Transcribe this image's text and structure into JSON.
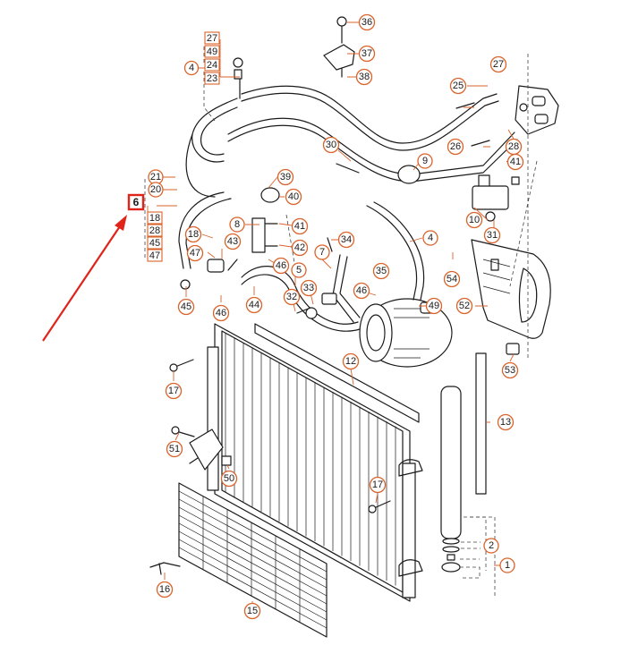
{
  "accent_color": "#d9632b",
  "highlight_color": "#e0241b",
  "highlighted_callout": "6",
  "callouts": [
    {
      "id": "c36",
      "label": "36"
    },
    {
      "id": "c37",
      "label": "37"
    },
    {
      "id": "c38",
      "label": "38"
    },
    {
      "id": "c27a",
      "label": "27"
    },
    {
      "id": "c49a",
      "label": "49"
    },
    {
      "id": "c4a",
      "label": "4"
    },
    {
      "id": "c24",
      "label": "24"
    },
    {
      "id": "c23",
      "label": "23"
    },
    {
      "id": "c27b",
      "label": "27"
    },
    {
      "id": "c25",
      "label": "25"
    },
    {
      "id": "c26",
      "label": "26"
    },
    {
      "id": "c28a",
      "label": "28"
    },
    {
      "id": "c41a",
      "label": "41"
    },
    {
      "id": "c30",
      "label": "30"
    },
    {
      "id": "c9",
      "label": "9"
    },
    {
      "id": "c21",
      "label": "21"
    },
    {
      "id": "c20",
      "label": "20"
    },
    {
      "id": "c39",
      "label": "39"
    },
    {
      "id": "c40",
      "label": "40"
    },
    {
      "id": "c10",
      "label": "10"
    },
    {
      "id": "c31",
      "label": "31"
    },
    {
      "id": "c18a",
      "label": "18"
    },
    {
      "id": "c28b",
      "label": "28"
    },
    {
      "id": "c45a",
      "label": "45"
    },
    {
      "id": "c47a",
      "label": "47"
    },
    {
      "id": "c8",
      "label": "8"
    },
    {
      "id": "c41b",
      "label": "41"
    },
    {
      "id": "c4b",
      "label": "4"
    },
    {
      "id": "c18b",
      "label": "18"
    },
    {
      "id": "c43",
      "label": "43"
    },
    {
      "id": "c34",
      "label": "34"
    },
    {
      "id": "c42",
      "label": "42"
    },
    {
      "id": "c47b",
      "label": "47"
    },
    {
      "id": "c54",
      "label": "54"
    },
    {
      "id": "c46a",
      "label": "46"
    },
    {
      "id": "c5",
      "label": "5"
    },
    {
      "id": "c7",
      "label": "7"
    },
    {
      "id": "c35",
      "label": "35"
    },
    {
      "id": "c33",
      "label": "33"
    },
    {
      "id": "c32",
      "label": "32"
    },
    {
      "id": "c46b",
      "label": "46"
    },
    {
      "id": "c49b",
      "label": "49"
    },
    {
      "id": "c52",
      "label": "52"
    },
    {
      "id": "c45b",
      "label": "45"
    },
    {
      "id": "c46c",
      "label": "46"
    },
    {
      "id": "c44",
      "label": "44"
    },
    {
      "id": "c12",
      "label": "12"
    },
    {
      "id": "c53",
      "label": "53"
    },
    {
      "id": "c17a",
      "label": "17"
    },
    {
      "id": "c13",
      "label": "13"
    },
    {
      "id": "c51",
      "label": "51"
    },
    {
      "id": "c50",
      "label": "50"
    },
    {
      "id": "c17b",
      "label": "17"
    },
    {
      "id": "c2",
      "label": "2"
    },
    {
      "id": "c1",
      "label": "1"
    },
    {
      "id": "c16",
      "label": "16"
    },
    {
      "id": "c15",
      "label": "15"
    }
  ]
}
